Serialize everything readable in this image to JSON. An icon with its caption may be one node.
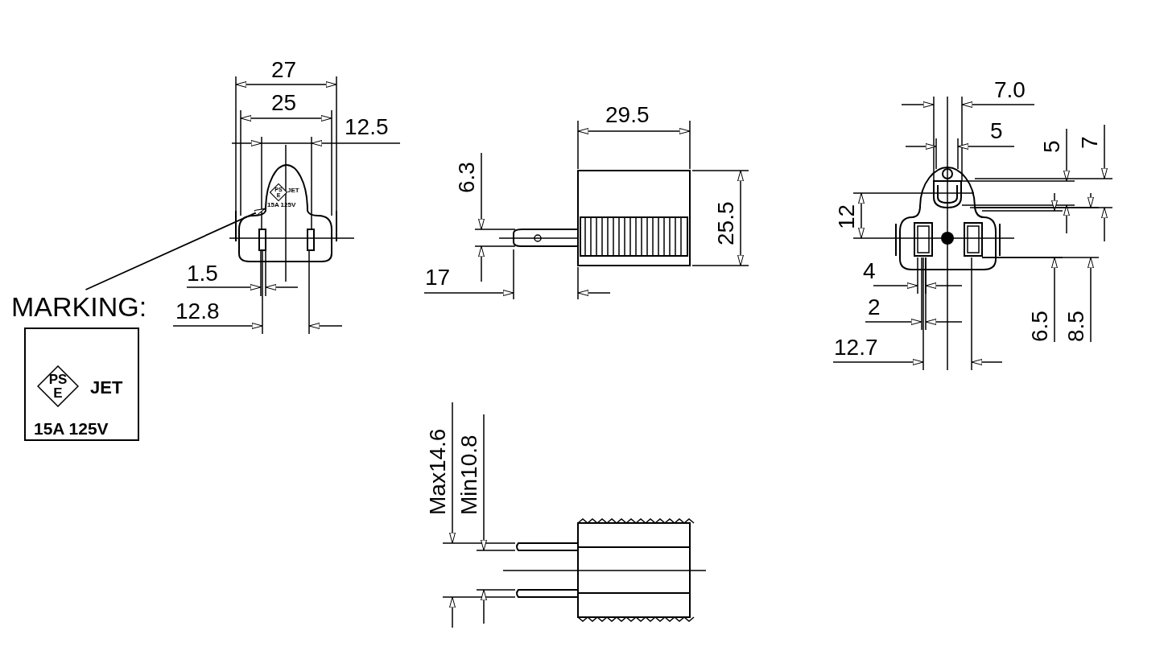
{
  "diagram": {
    "nodes": [
      {
        "text": [
          "PS E",
          "JET",
          "15A 125V"
        ]
      },
      {
        "text": [
          "MARKING:"
        ]
      },
      {
        "text": [
          "JET",
          "15A 125V"
        ]
      },
      {
        "text": [
          "PS E"
        ],
        "in": 2
      }
    ],
    "edges": [
      {
        "from": 1,
        "to": 0,
        "arrow": "to"
      }
    ],
    "labels": [
      "27",
      "25",
      "12.5",
      "1.5",
      "12.8",
      "6.3",
      "29.5",
      "25.5",
      "17",
      "7.0",
      "5",
      "5",
      "7",
      "12",
      "4",
      "2",
      "6.5",
      "8.5",
      "12.7",
      "Max14.6",
      "Min10.8"
    ]
  }
}
